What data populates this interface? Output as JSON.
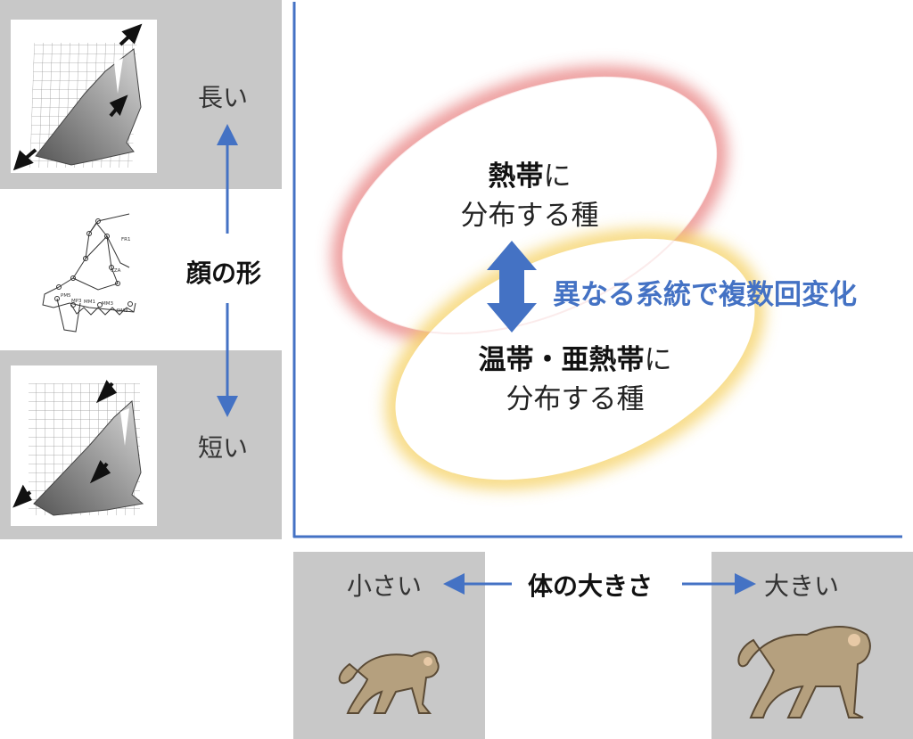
{
  "y_axis": {
    "title": "顔の形",
    "top_label": "長い",
    "bottom_label": "短い"
  },
  "x_axis": {
    "title": "体の大きさ",
    "left_label": "小さい",
    "right_label": "大きい"
  },
  "groups": {
    "tropical": {
      "emphasis": "熱帯",
      "suffix": "に",
      "line2": "分布する種",
      "glow_color": "#e88080"
    },
    "temperate": {
      "emphasis": "温帯・亜熱帯",
      "suffix": "に",
      "line2": "分布する種",
      "glow_color": "#f5d060"
    }
  },
  "annotation": {
    "text": "異なる系統で複数回変化",
    "color": "#4472c4"
  },
  "skull_landmarks": [
    "FR1",
    "CZA",
    "PM5",
    "MP3",
    "MM1",
    "MM3",
    "DM3"
  ],
  "colors": {
    "axis": "#4472c4",
    "panel_bg": "#c8c8c8"
  }
}
